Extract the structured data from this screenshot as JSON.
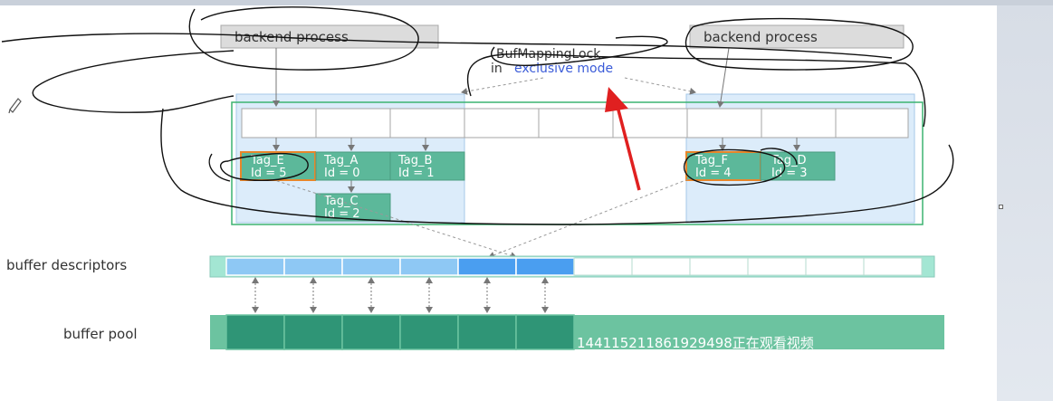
{
  "processes": [
    {
      "label": "backend process"
    },
    {
      "label": "backend process"
    }
  ],
  "lock": {
    "line1": "BufMappingLock",
    "line2_prefix": "in",
    "line2_mode": "exclusive mode"
  },
  "tags": [
    {
      "tag": "Tag_E",
      "id": "Id = 5",
      "highlight": true
    },
    {
      "tag": "Tag_A",
      "id": "Id = 0",
      "highlight": false
    },
    {
      "tag": "Tag_B",
      "id": "Id = 1",
      "highlight": false
    },
    {
      "tag": "Tag_C",
      "id": "Id = 2",
      "highlight": false
    },
    {
      "tag": "Tag_F",
      "id": "Id = 4",
      "highlight": true
    },
    {
      "tag": "Tag_D",
      "id": "Id = 3",
      "highlight": false
    }
  ],
  "labels": {
    "descriptors": "buffer descriptors",
    "pool": "buffer pool"
  },
  "watermark": "144115211861929498正在观看视频",
  "colors": {
    "tag_fill": "#5cb89a",
    "highlight_border": "#e8862a",
    "descriptor_light": "#8ec8f4",
    "descriptor_dark": "#4a9ef0",
    "pool_fill": "#2f9576",
    "pool_light": "#6cc3a0",
    "accent_arrow": "#e02020",
    "mode_text": "#3a5bd8"
  }
}
